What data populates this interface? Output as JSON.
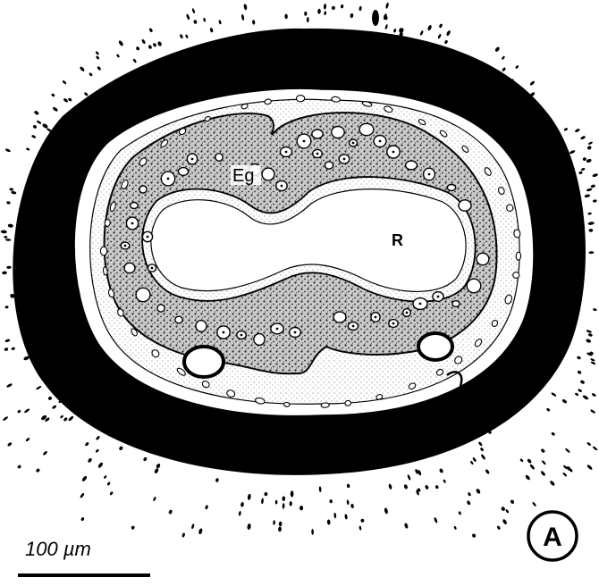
{
  "figure": {
    "panel_letter": "A",
    "labels": {
      "lumen": "R",
      "gland": "Eg"
    },
    "scale_bar": {
      "label": "100 µm"
    },
    "colors": {
      "ink": "#000000",
      "paper": "#ffffff",
      "tissue": "#3a3a3a"
    }
  }
}
